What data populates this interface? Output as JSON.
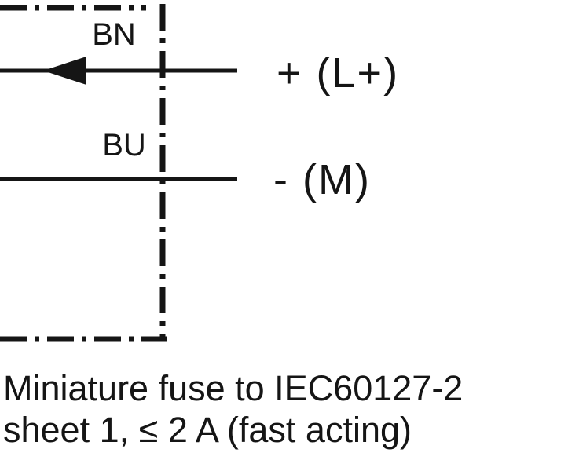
{
  "diagram": {
    "wire_bn": {
      "label": "BN",
      "terminal": "+ (L+)"
    },
    "wire_bu": {
      "label": "BU",
      "terminal": "- (M)"
    },
    "note": {
      "line1": "Miniature fuse to IEC60127-2",
      "line2": "sheet 1, ≤ 2 A (fast acting)"
    },
    "colors": {
      "line": "#151515",
      "background": "#ffffff"
    }
  }
}
